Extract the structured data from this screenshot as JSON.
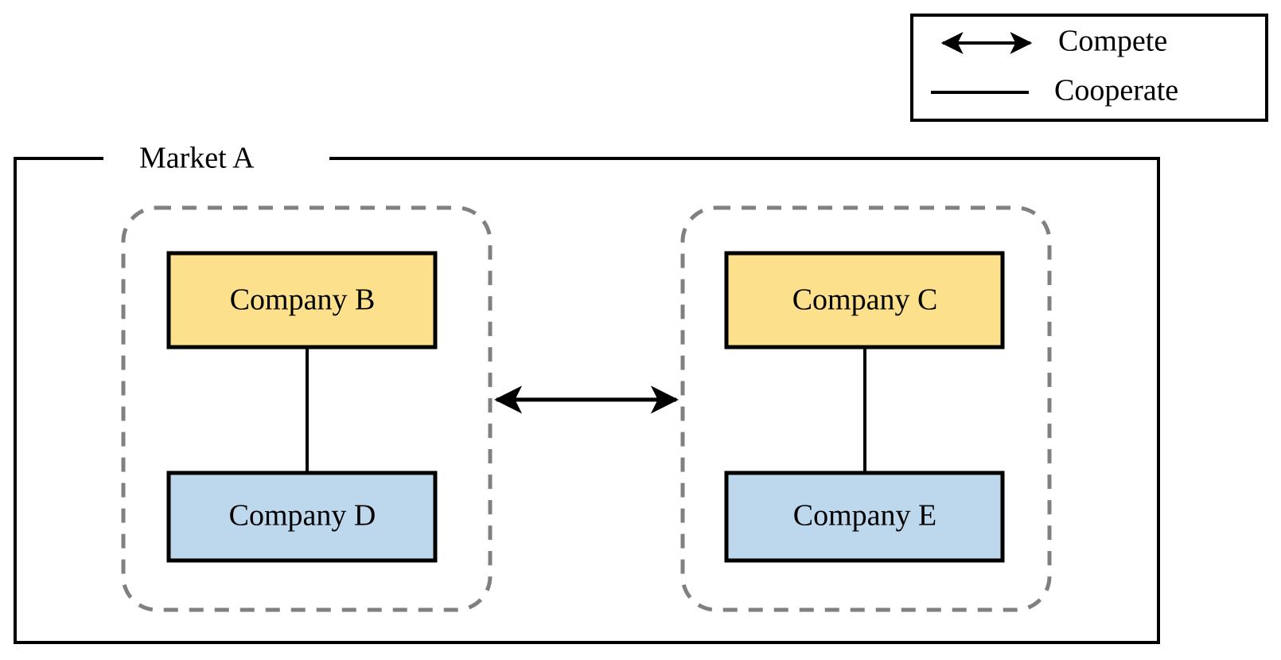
{
  "diagram": {
    "type": "network-relationship-diagram",
    "background_color": "#ffffff",
    "stroke_color": "#000000",
    "group_stroke_color": "#808080"
  },
  "legend": {
    "items": [
      {
        "label": "Compete",
        "symbol": "double-arrow",
        "line_style": "solid"
      },
      {
        "label": "Cooperate",
        "symbol": "plain-line",
        "line_style": "solid"
      }
    ]
  },
  "market": {
    "label": "Market A"
  },
  "groups": [
    {
      "id": "group-left",
      "style": "dashed",
      "color": "#808080"
    },
    {
      "id": "group-right",
      "style": "dashed",
      "color": "#808080"
    }
  ],
  "nodes": [
    {
      "id": "company-b",
      "label": "Company B",
      "fill": "#FDE08C",
      "stroke": "#000000"
    },
    {
      "id": "company-d",
      "label": "Company D",
      "fill": "#BDD7ED",
      "stroke": "#000000"
    },
    {
      "id": "company-c",
      "label": "Company C",
      "fill": "#FDE08C",
      "stroke": "#000000"
    },
    {
      "id": "company-e",
      "label": "Company E",
      "fill": "#BDD7ED",
      "stroke": "#000000"
    }
  ],
  "edges": [
    {
      "id": "edge-b-d",
      "from": "company-b",
      "to": "company-d",
      "relation": "Cooperate",
      "style": "plain-line"
    },
    {
      "id": "edge-c-e",
      "from": "company-c",
      "to": "company-e",
      "relation": "Cooperate",
      "style": "plain-line"
    },
    {
      "id": "edge-left-right",
      "from": "group-left",
      "to": "group-right",
      "relation": "Compete",
      "style": "double-arrow"
    }
  ]
}
